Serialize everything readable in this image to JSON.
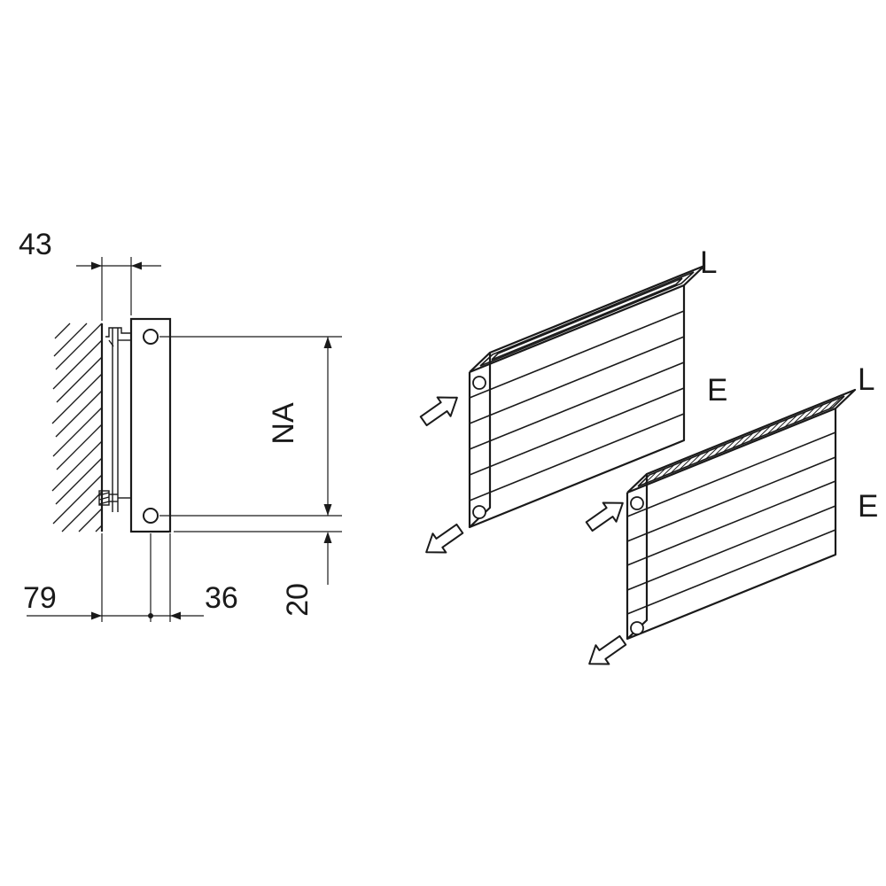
{
  "drawing": {
    "side_view": {
      "dim_depth": "43",
      "dim_hub_distance": "NA",
      "dim_wall_to_center": "79",
      "dim_center_to_front": "36",
      "dim_bottom_offset": "20"
    },
    "iso_view": {
      "radiator_top": {
        "label_l": "L",
        "label_e": "E"
      },
      "radiator_bottom": {
        "label_l": "L",
        "label_e": "E"
      }
    }
  },
  "colors": {
    "line": "#1a1a1a",
    "background": "#ffffff"
  }
}
